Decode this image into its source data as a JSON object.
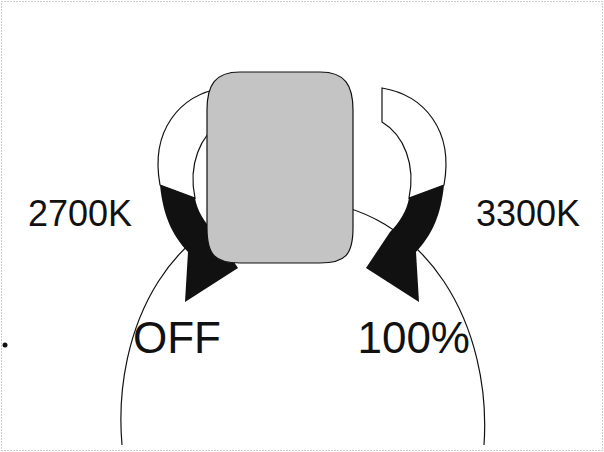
{
  "diagram": {
    "labels": [
      "2700K",
      "3300K",
      "OFF",
      "100%"
    ]
  }
}
